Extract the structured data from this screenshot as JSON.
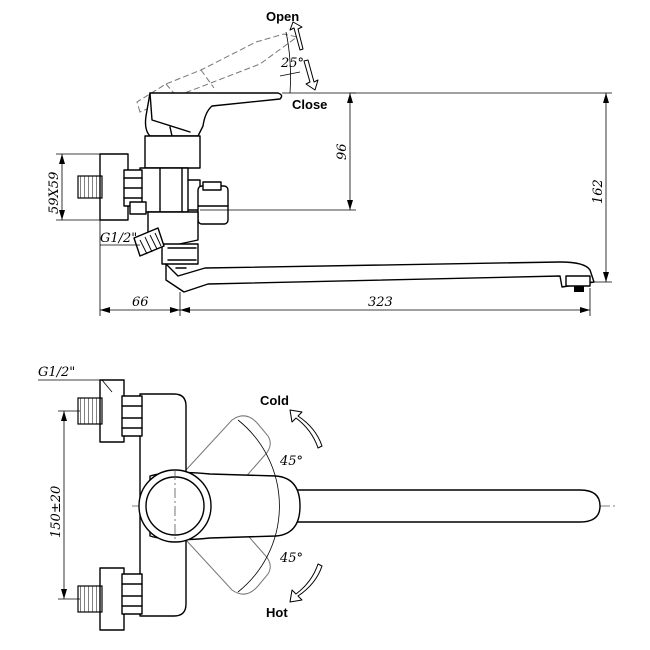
{
  "side_view": {
    "labels": {
      "open": "Open",
      "close": "Close"
    },
    "angle_label": "25°",
    "dimensions": {
      "handle_height": "96",
      "total_height": "162",
      "nut_size": "59X59",
      "thread": "G1/2\"",
      "body_offset": "66",
      "spout_length": "323"
    }
  },
  "top_view": {
    "labels": {
      "cold": "Cold",
      "hot": "Hot"
    },
    "angle_top": "45°",
    "angle_bottom": "45°",
    "dimensions": {
      "thread": "G1/2\"",
      "inlet_spacing": "150±20"
    }
  }
}
